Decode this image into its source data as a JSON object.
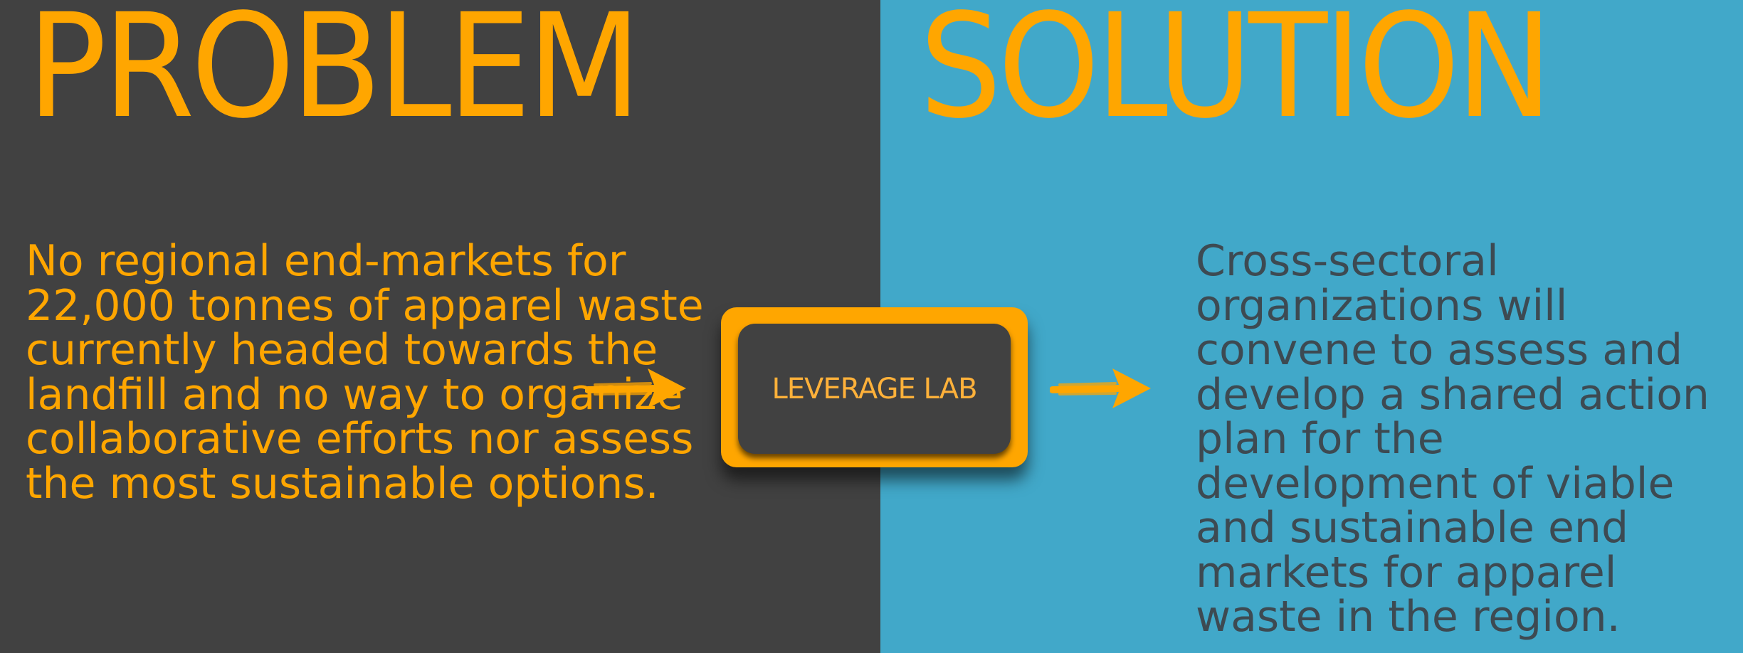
{
  "problem": {
    "title": "PROBLEM",
    "description": "No regional end-markets for 22,000 tonnes of apparel waste currently headed towards the landfill and no way to organize collaborative efforts nor assess the most sustainable options."
  },
  "solution": {
    "title": "SOLUTION",
    "description": "Cross-sectoral organizations will convene to assess and develop a shared action plan for the development of viable and sustainable end markets for apparel waste in the region."
  },
  "lab": {
    "label": "LEVERAGE LAB"
  },
  "icons": [
    "arrow-right-icon",
    "arrow-right-icon"
  ],
  "colors": {
    "accent": "#ffa600",
    "left_background": "#414141",
    "right_background": "#41a8c9",
    "solution_text": "#3d4a52"
  }
}
